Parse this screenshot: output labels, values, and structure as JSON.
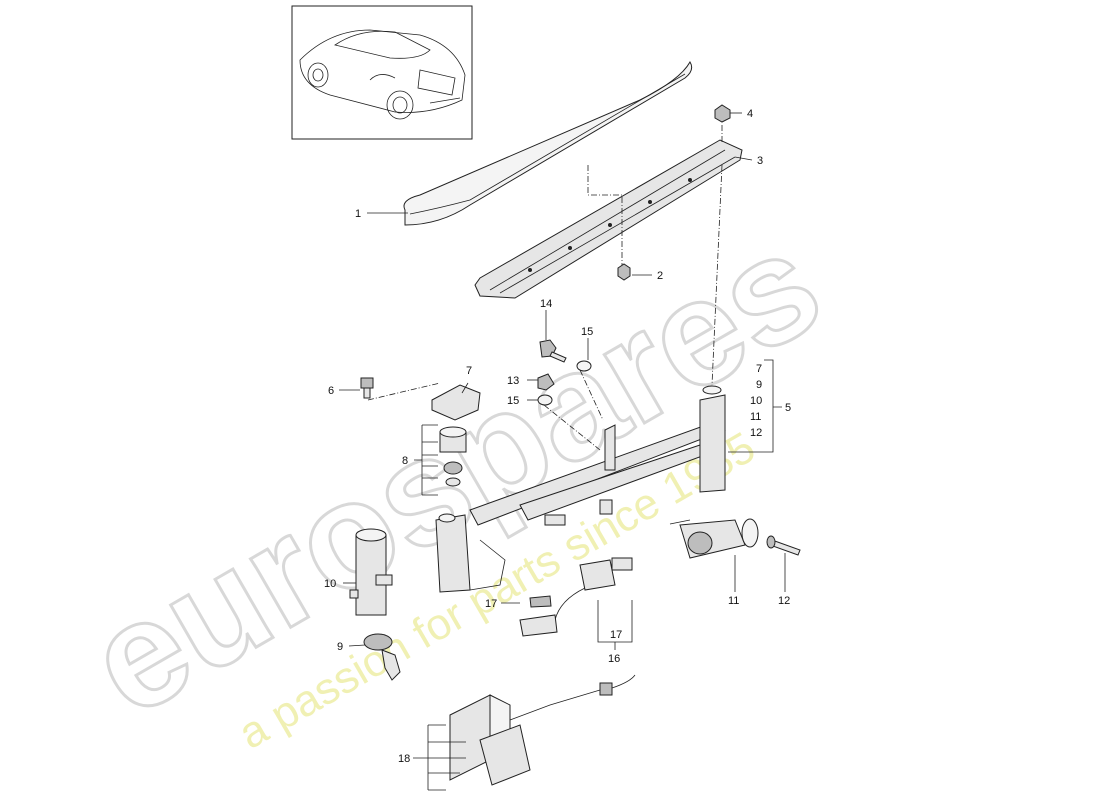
{
  "watermark": {
    "brand": "eurospares",
    "tagline": "a passion for parts since 1985"
  },
  "callouts": {
    "c1": "1",
    "c2": "2",
    "c3": "3",
    "c4": "4",
    "c5": "5",
    "c6": "6",
    "c7": "7",
    "c8": "8",
    "c9": "9",
    "c10": "10",
    "c11": "11",
    "c12": "12",
    "c13": "13",
    "c14": "14",
    "c15a": "15",
    "c15b": "15",
    "c16": "16",
    "c17a": "17",
    "c17b": "17",
    "c18": "18"
  },
  "group5": {
    "i7": "7",
    "i9": "9",
    "i10": "10",
    "i11": "11",
    "i12": "12"
  },
  "colors": {
    "line": "#222222",
    "watermark_grey": "#d8d8d8",
    "watermark_yellow": "#ecec9a"
  }
}
